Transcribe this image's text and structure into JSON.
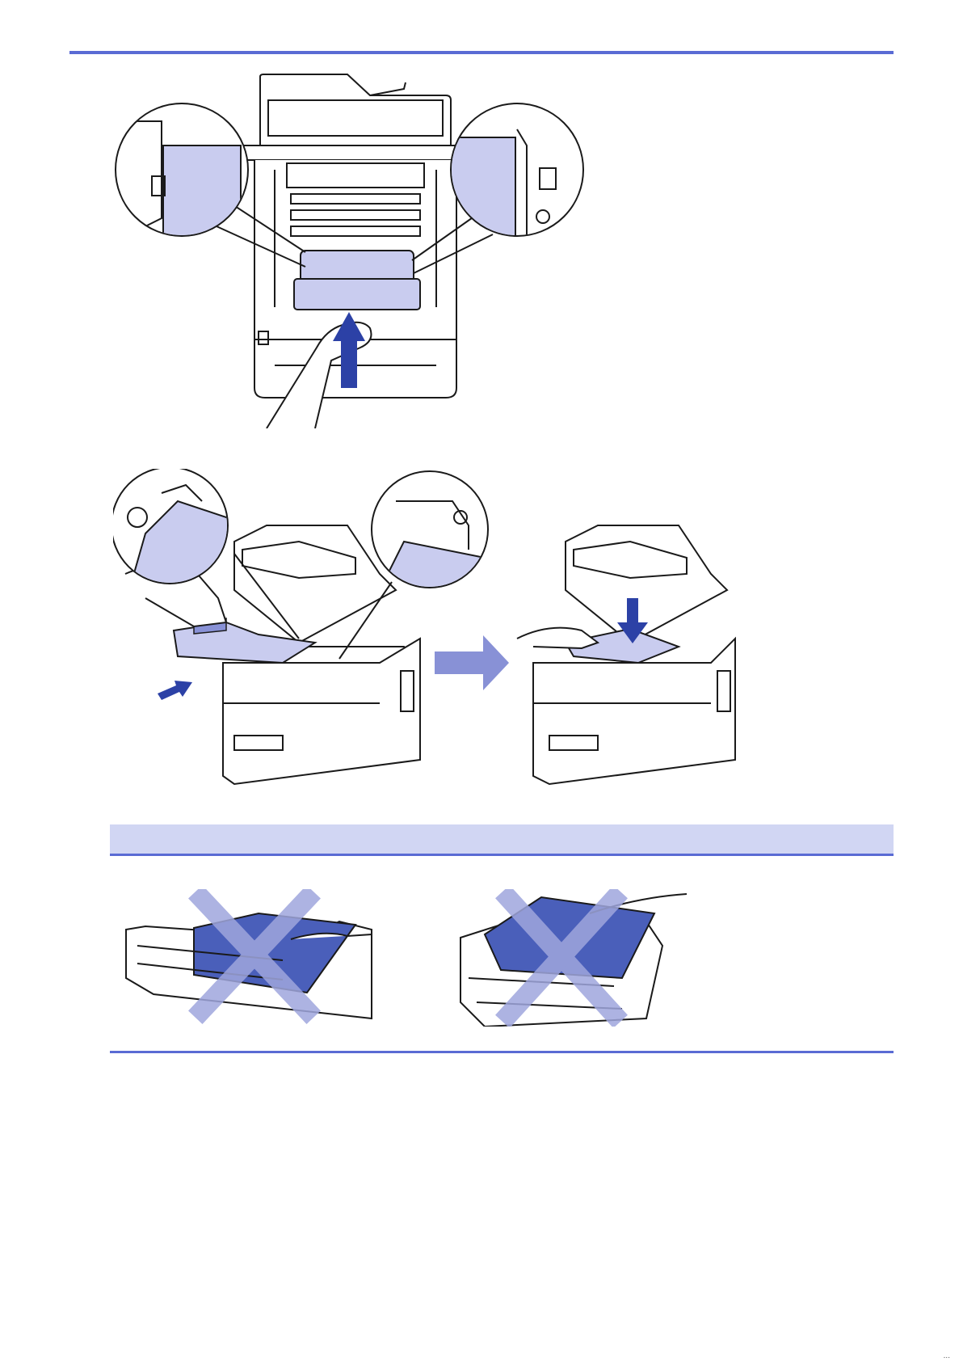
{
  "colors": {
    "rule": "#5a6bd4",
    "note_fill": "#d1d6f3",
    "part_fill": "#c9ccef",
    "arrow_dark": "#2c41a6",
    "arrow_light": "#8891d6",
    "belt_fill": "#4a5fba",
    "cross": "#9fa6dd"
  },
  "figures": [
    {
      "name": "remove-waste-toner-box",
      "icon": "printer-open-top-hand-lift-icon"
    },
    {
      "name": "insert-belt-unit",
      "icon": "printer-insert-belt-icon"
    },
    {
      "name": "do-not-touch-belt",
      "icon": "belt-unit-do-not-touch-icon"
    }
  ],
  "footer": {
    "page_mark": "..."
  }
}
